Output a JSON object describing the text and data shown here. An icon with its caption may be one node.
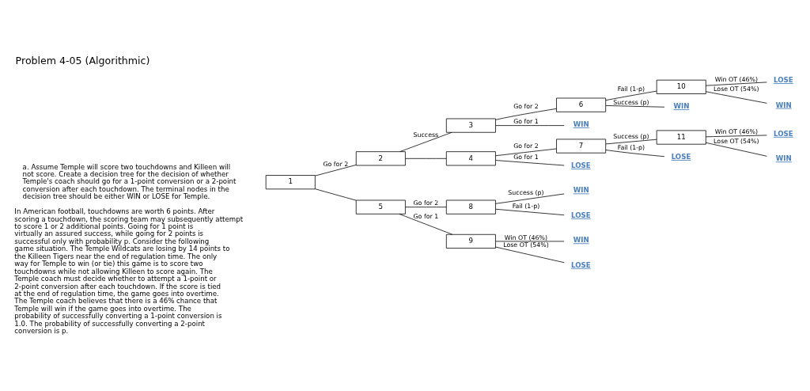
{
  "diagram": {
    "title": "Problem 4-05 (Algorithmic)",
    "nodes": [
      {
        "text": [
          "1"
        ]
      },
      {
        "text": [
          "2"
        ]
      },
      {
        "text": [
          "3"
        ]
      },
      {
        "text": [
          "4"
        ]
      },
      {
        "text": [
          "5"
        ]
      },
      {
        "text": [
          "6"
        ]
      },
      {
        "text": [
          "7"
        ]
      },
      {
        "text": [
          "8"
        ]
      },
      {
        "text": [
          "9"
        ]
      },
      {
        "text": [
          "10"
        ]
      },
      {
        "text": [
          "11"
        ]
      },
      {
        "text": [
          "WIN"
        ]
      },
      {
        "text": [
          "LOSE"
        ]
      },
      {
        "text": [
          "WIN"
        ]
      },
      {
        "text": [
          "WIN"
        ]
      },
      {
        "text": [
          "LOSE"
        ]
      },
      {
        "text": [
          "WIN"
        ]
      },
      {
        "text": [
          "LOSE"
        ]
      },
      {
        "text": [
          "LOSE"
        ]
      },
      {
        "text": [
          "WIN"
        ]
      },
      {
        "text": [
          "LOSE"
        ]
      },
      {
        "text": [
          "WIN"
        ]
      },
      {
        "text": [
          "LOSE"
        ]
      }
    ],
    "edges": [
      {
        "from": 0,
        "to": 1,
        "arrow": "none",
        "label": "Go for 2"
      },
      {
        "from": 0,
        "to": 4,
        "arrow": "none"
      },
      {
        "from": 1,
        "to": 2,
        "arrow": "none",
        "label": "Success"
      },
      {
        "from": 1,
        "to": 3,
        "arrow": "none"
      },
      {
        "from": 2,
        "to": 5,
        "arrow": "none",
        "label": "Go for 2"
      },
      {
        "from": 2,
        "to": 14,
        "arrow": "none",
        "label": "Go for 1"
      },
      {
        "from": 5,
        "to": 11,
        "arrow": "none",
        "label": "Success (p)"
      },
      {
        "from": 5,
        "to": 9,
        "arrow": "none",
        "label": "Fail (1-p)"
      },
      {
        "from": 9,
        "to": 12,
        "arrow": "none",
        "label": "Win OT (46%)"
      },
      {
        "from": 9,
        "to": 13,
        "arrow": "none",
        "label": "Lose OT (54%)"
      },
      {
        "from": 3,
        "to": 6,
        "arrow": "none",
        "label": "Go for 2"
      },
      {
        "from": 3,
        "to": 18,
        "arrow": "none",
        "label": "Go for 1"
      },
      {
        "from": 6,
        "to": 10,
        "arrow": "none",
        "label": "Success (p)"
      },
      {
        "from": 6,
        "to": 17,
        "arrow": "none",
        "label": "Fail (1-p)"
      },
      {
        "from": 10,
        "to": 15,
        "arrow": "none",
        "label": "Win OT (46%)"
      },
      {
        "from": 10,
        "to": 16,
        "arrow": "none",
        "label": "Lose OT (54%)"
      },
      {
        "from": 4,
        "to": 7,
        "arrow": "none",
        "label": "Go for 2"
      },
      {
        "from": 4,
        "to": 8,
        "arrow": "none",
        "label": "Go for 1"
      },
      {
        "from": 7,
        "to": 19,
        "arrow": "none",
        "label": "Success (p)"
      },
      {
        "from": 7,
        "to": 20,
        "arrow": "none",
        "label": "Fail (1-p)"
      },
      {
        "from": 8,
        "to": 21,
        "arrow": "none",
        "label": "Win OT (46%)"
      },
      {
        "from": 8,
        "to": 22,
        "arrow": "none",
        "label": "Lose OT (54%)"
      }
    ],
    "labels": [
      "In American football, touchdowns are worth 6 points. After scoring a touchdown, the scoring team may subsequently attempt to score 1 or 2 additional points. Going for 1 point is virtually an assured success, while going for 2 points is successful only with probability p. Consider the following game situation. The Temple Wildcats are losing by 14 points to the Killeen Tigers near the end of regulation time. The only way for Temple to win (or tie) this game is to score two touchdowns while not allowing Killeen to score again. The Temple coach must decide whether to attempt a 1-point or 2-point conversion after each touchdown. If the score is tied at the end of regulation time, the game goes into overtime. The Temple coach believes that there is a 46% chance that Temple will win if the game goes into overtime. The probability of successfully converting a 1-point conversion is 1.0. The probability of successfully converting a 2-point conversion is p.",
      "a. Assume Temple will score two touchdowns and Killeen will not score. Create a decision tree for the decision of whether Temple's coach should go for a 1-point conversion or a 2-point conversion after each touchdown. The terminal nodes in the decision tree should be either WIN or LOSE for Temple."
    ]
  }
}
